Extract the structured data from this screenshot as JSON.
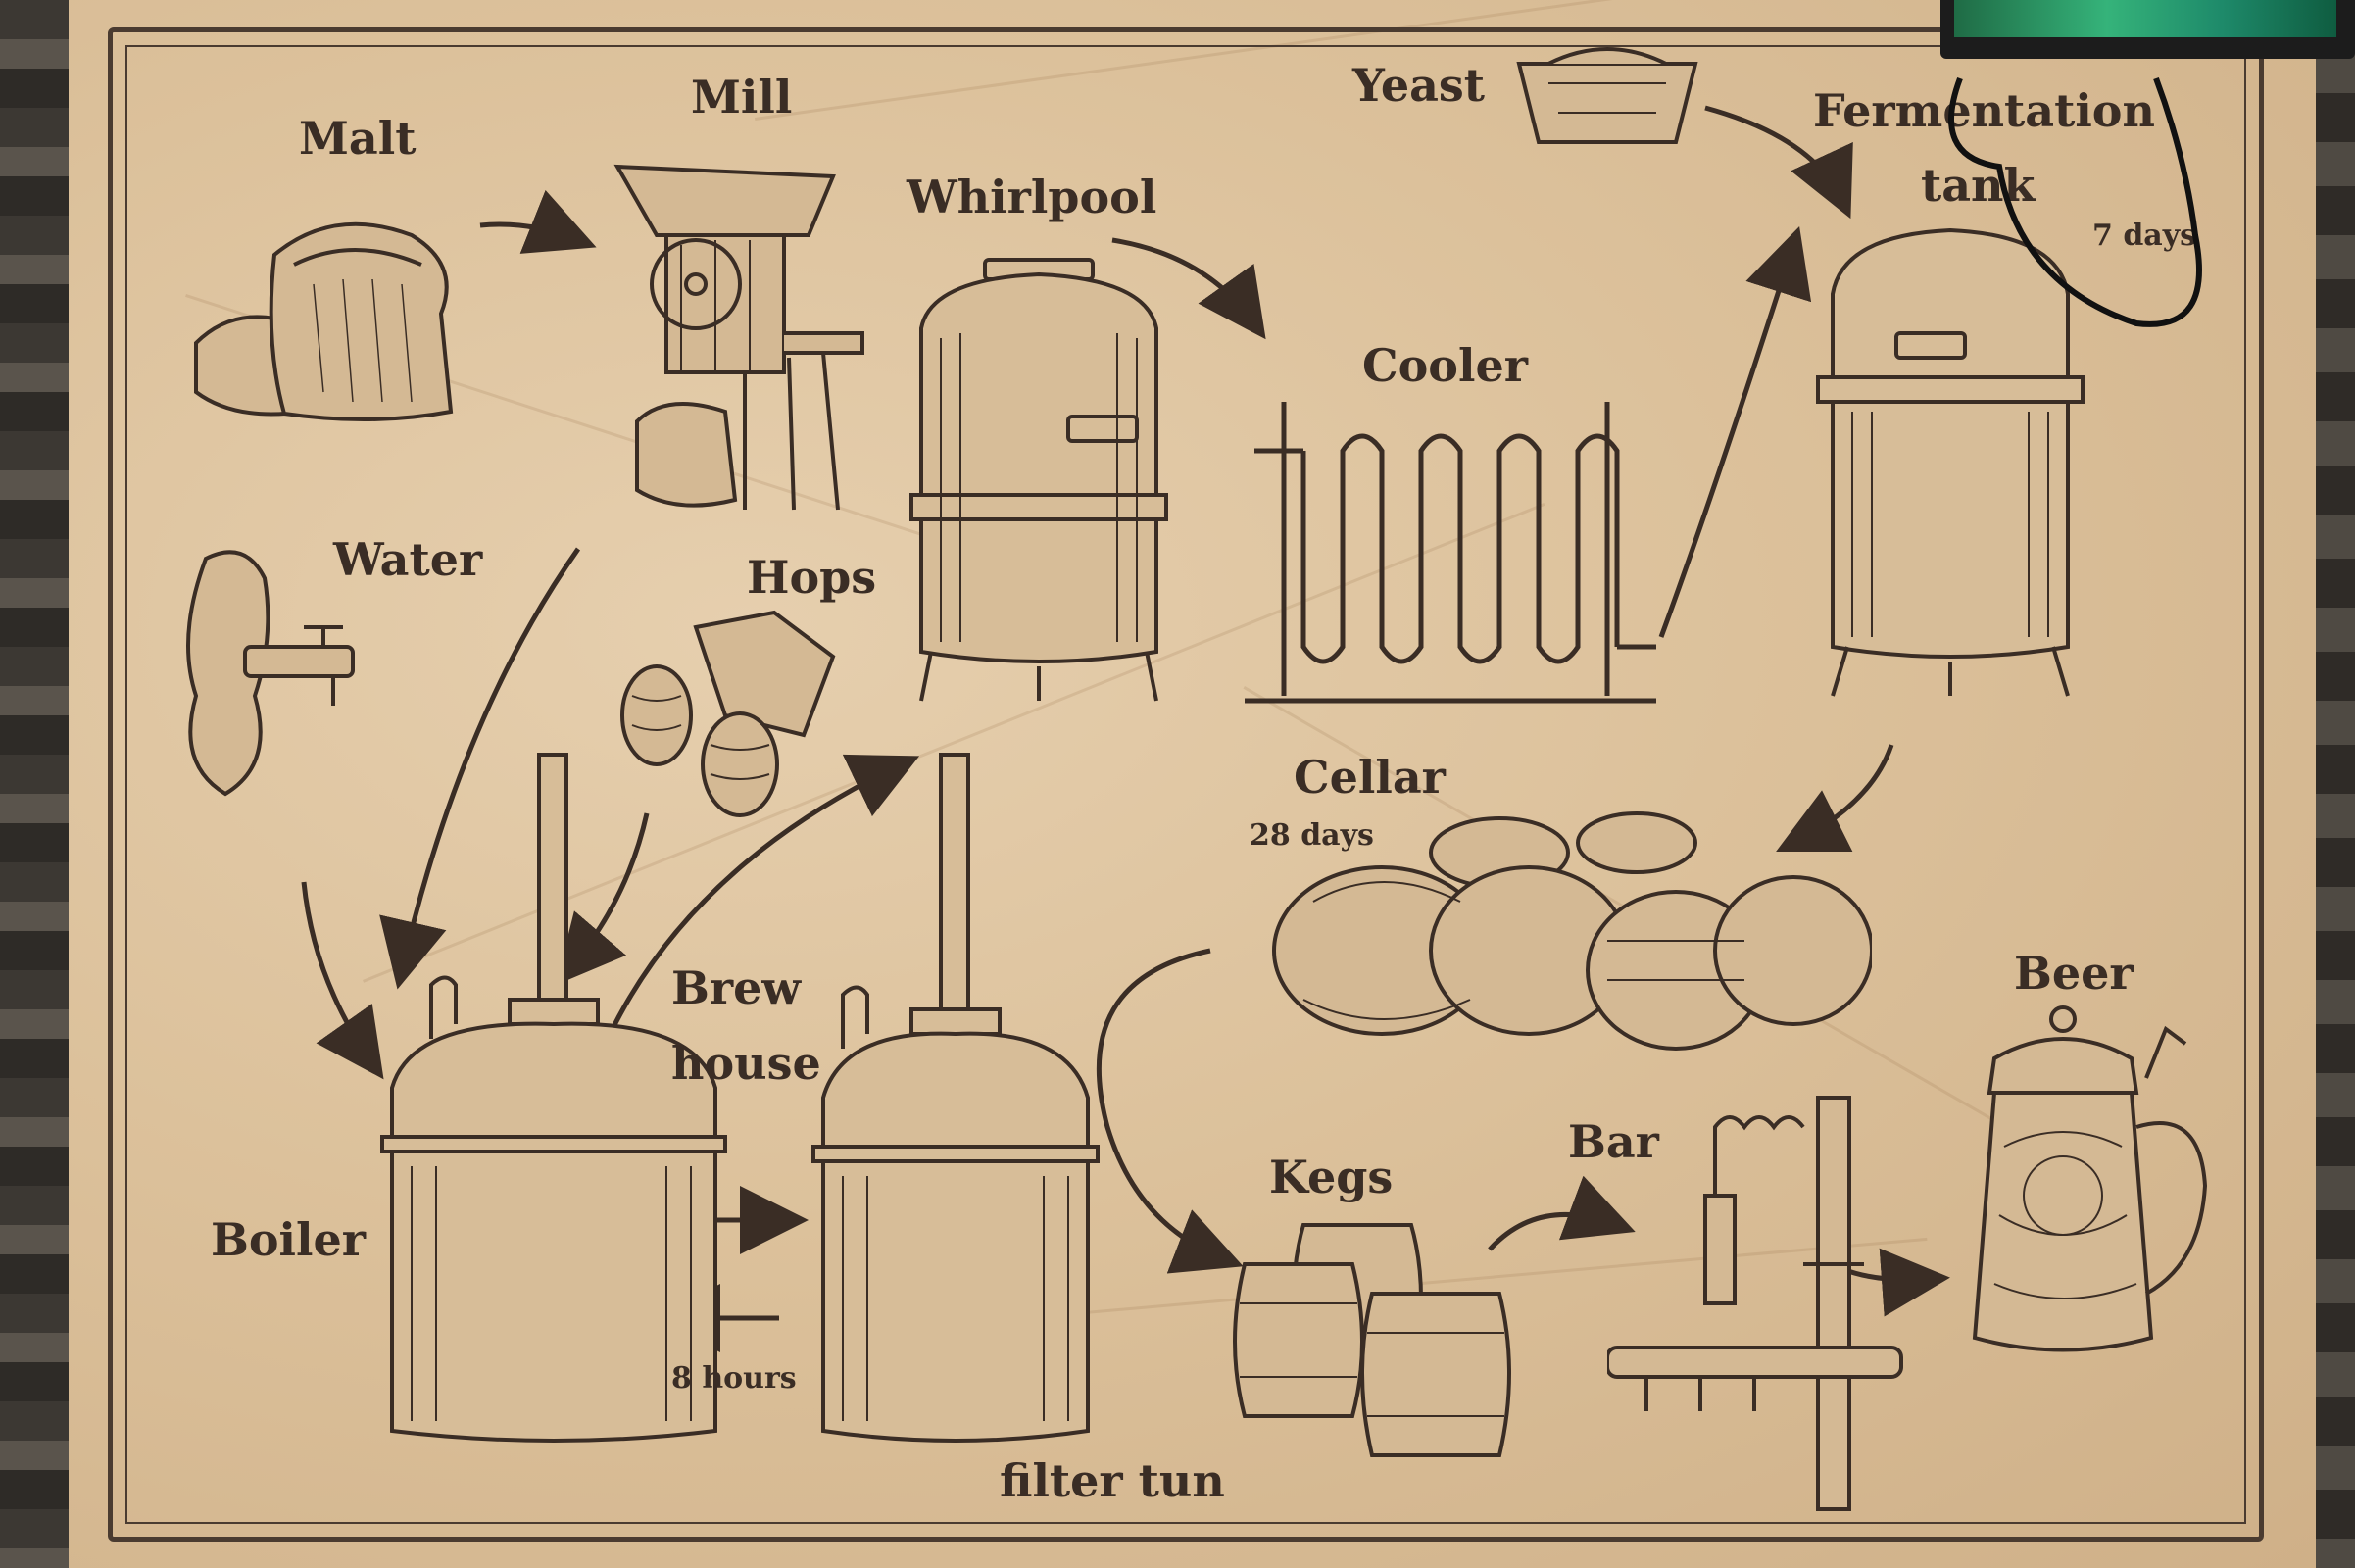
{
  "labels": {
    "malt": "Malt",
    "mill": "Mill",
    "whirlpool": "Whirlpool",
    "yeast": "Yeast",
    "fermentation_tank_line1": "Fermentation",
    "fermentation_tank_line2": "tank",
    "fermentation_days": "7 days",
    "cooler": "Cooler",
    "water": "Water",
    "hops": "Hops",
    "cellar": "Cellar",
    "cellar_days": "28 days",
    "brew_house_line1": "Brew",
    "brew_house_line2": "house",
    "boiler": "Boiler",
    "boil_time": "8 hours",
    "filter_tun": "filter tun",
    "kegs": "Kegs",
    "bar": "Bar",
    "beer": "Beer"
  },
  "colors": {
    "ink": "#3a2d25",
    "paper": "#dcc19b"
  }
}
